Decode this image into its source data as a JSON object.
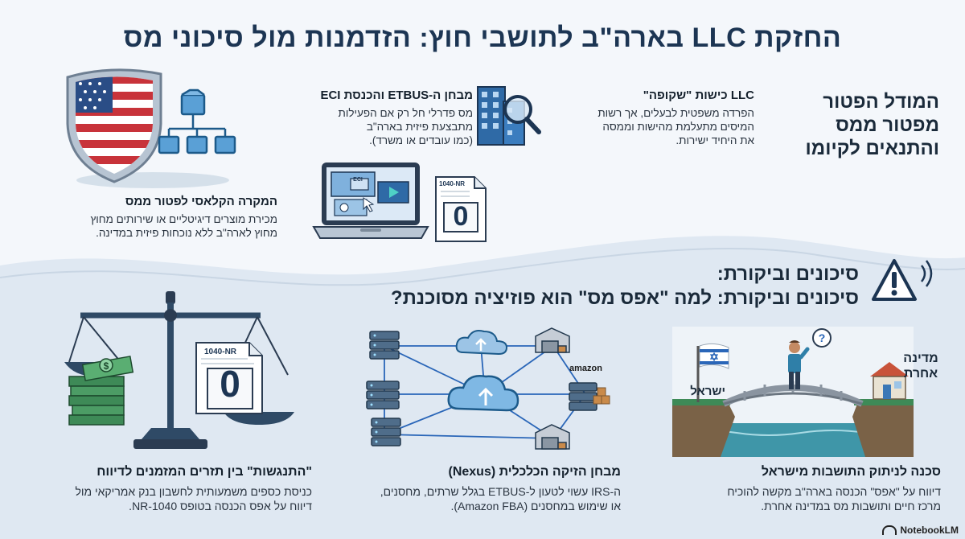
{
  "title": "החזקת LLC בארה\"ב לתושבי חוץ: הזדמנות מול סיכוני מס",
  "top": {
    "side_heading": [
      "המודל הפטור",
      "מפטור ממס",
      "והתנאים לקיומו"
    ],
    "llc": {
      "heading": "LLC כישות \"שקופה\"",
      "body": [
        "הפרדה משפטית לבעלים, אך רשות",
        "המיסים מתעלמת מהישות וממסה",
        "את היחיד ישירות."
      ]
    },
    "etbus": {
      "heading": "מבחן ה-ETBUS והכנסת ECI",
      "body": [
        "מס פדרלי חל רק אם הפעילות",
        "מתבצעת פיזית בארה\"ב",
        "(כמו עובדים או משרד)."
      ]
    },
    "classic": {
      "heading": "המקרה הקלאסי לפטור ממס",
      "body": [
        "מכירת מוצרים דיגיטליים או שירותים מחוץ",
        "מחוץ לארה\"ב ללא נוכחות פיזית במדינה."
      ]
    },
    "form_label": "1040-NR",
    "form_zero": "0",
    "eci_label": "ECI"
  },
  "risk": {
    "line1": "סיכונים וביקורת:",
    "line2": "סיכונים וביקורת: למה \"אפס מס\" הוא פוזיציה מסוכנת?"
  },
  "panels": [
    {
      "heading": "סכנה לניתוק התושבות מישראל",
      "body": [
        "דיווח על \"אפס\" הכנסה בארה\"ב מקשה להוכיח",
        "מרכז חיים ותושבות מס במדינה אחרת."
      ],
      "label_israel": "ישראל",
      "label_other": [
        "מדינה",
        "אחרת"
      ]
    },
    {
      "heading": "מבחן הזיקה הכלכלית (Nexus)",
      "body": [
        "ה-IRS עשוי לטעון ל-ETBUS בגלל שרתים, מחסנים,",
        "או שימוש במחסנים (Amazon FBA)."
      ],
      "amazon_label": "amazon"
    },
    {
      "heading": "\"התנגשות\" בין תזרים המזמנים לדיווח",
      "body": [
        "כניסת כספים משמעותית לחשבון בנק אמריקאי מול",
        "דיווח על אפס הכנסה בטופס 1040-NR."
      ],
      "form_label": "1040-NR",
      "form_zero": "0"
    }
  ],
  "logo": "NotebookLM",
  "colors": {
    "navy": "#1c3553",
    "blue": "#3b78b6",
    "teal": "#3f96a8",
    "green": "#3e8a57",
    "red": "#c8333a"
  }
}
